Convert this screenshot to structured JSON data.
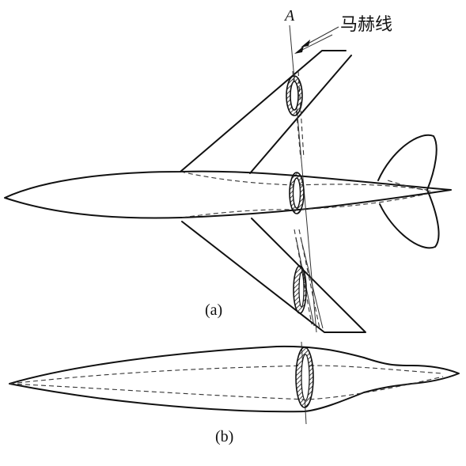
{
  "labels": {
    "axis_letter": "A",
    "mach_line": "马赫线",
    "figure_a": "(a)",
    "figure_b": "(b)"
  },
  "colors": {
    "line": "#111111",
    "background": "#ffffff"
  }
}
